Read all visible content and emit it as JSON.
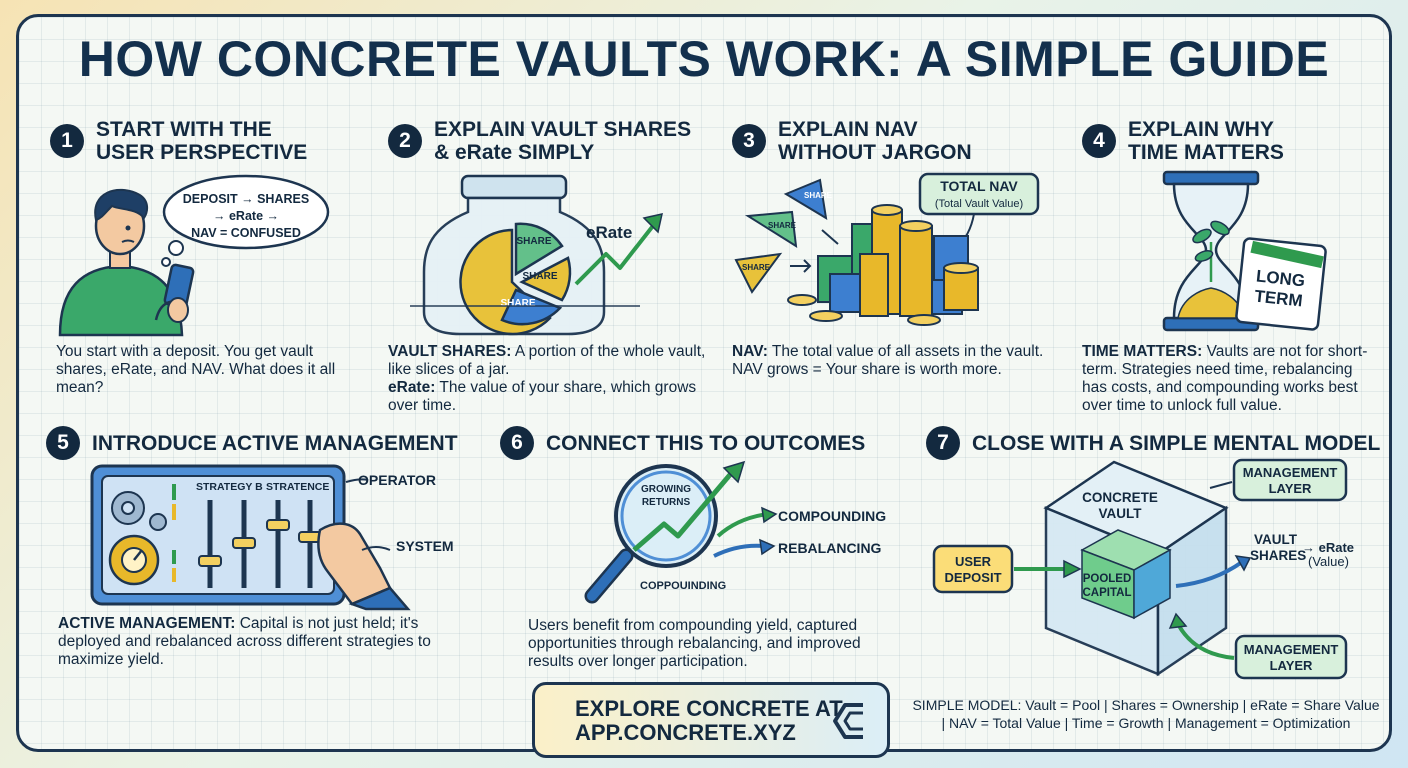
{
  "title": "HOW CONCRETE VAULTS WORK: A SIMPLE GUIDE",
  "sections": [
    {
      "number": "1",
      "title_line1": "START WITH THE",
      "title_line2": "USER PERSPECTIVE",
      "bubble_line1": "DEPOSIT → SHARES",
      "bubble_line2": "→ eRate →",
      "bubble_line3": "NAV = CONFUSED",
      "text": "You start with a deposit. You get vault shares, eRate, and NAV. What does it all mean?"
    },
    {
      "number": "2",
      "title_line1": "EXPLAIN VAULT SHARES",
      "title_line2": "& eRate SIMPLY",
      "share_label": "SHARE",
      "erate_label": "eRate",
      "term1": "VAULT SHARES:",
      "def1": " A portion of the whole vault, like slices of a jar.",
      "term2": "eRate:",
      "def2": " The value of your share, which grows over time."
    },
    {
      "number": "3",
      "title_line1": "EXPLAIN NAV",
      "title_line2": "WITHOUT JARGON",
      "nav_box_line1": "TOTAL NAV",
      "nav_box_line2": "(Total Vault Value)",
      "share_label": "SHARE",
      "term": "NAV:",
      "def": " The total value of all assets in the vault. NAV grows = Your share is worth more."
    },
    {
      "number": "4",
      "title_line1": "EXPLAIN WHY",
      "title_line2": "TIME MATTERS",
      "calendar_line1": "LONG",
      "calendar_line2": "TERM",
      "term": "TIME MATTERS:",
      "def": " Vaults are not for short-term. Strategies need time, rebalancing has costs, and compounding works best over time to unlock full value."
    },
    {
      "number": "5",
      "title": "INTRODUCE ACTIVE MANAGEMENT",
      "panel_label_a": "STRATEGY B",
      "panel_label_b": "STRATENCE",
      "operator_label": "OPERATOR",
      "system_label": "SYSTEM",
      "term": "ACTIVE MANAGEMENT:",
      "def": " Capital is not just held; it's deployed and rebalanced across different strategies to maximize yield."
    },
    {
      "number": "6",
      "title": "CONNECT THIS TO OUTCOMES",
      "lens_line1": "GROWING",
      "lens_line2": "RETURNS",
      "compounding_label": "COMPOUNDING",
      "rebalancing_label": "REBALANCING",
      "coppounding_label": "COPPOUINDING",
      "text": "Users benefit from compounding yield, captured opportunities through rebalancing, and improved results over longer participation."
    },
    {
      "number": "7",
      "title": "CLOSE WITH A SIMPLE MENTAL MODEL",
      "mgmt_top_line1": "MANAGEMENT",
      "mgmt_top_line2": "LAYER",
      "vault_line1": "CONCRETE",
      "vault_line2": "VAULT",
      "deposit_line1": "USER",
      "deposit_line2": "DEPOSIT",
      "pooled_line1": "POOLED",
      "pooled_line2": "CAPITAL",
      "shares_line1": "VAULT",
      "shares_line2": "SHARES",
      "erate_line1": "→ eRate",
      "erate_line2": "(Value)",
      "mgmt_bottom_line1": "MANAGEMENT",
      "mgmt_bottom_line2": "LAYER"
    }
  ],
  "cta": {
    "line1": "EXPLORE CONCRETE AT",
    "line2": "APP.CONCRETE.XYZ"
  },
  "simple_model": {
    "line1": "SIMPLE MODEL: Vault = Pool | Shares = Ownership | eRate = Share Value",
    "line2": "| NAV = Total Value | Time = Growth | Management = Optimization"
  },
  "colors": {
    "navy": "#13293f",
    "green": "#2f9a4e",
    "gold": "#e8b82a",
    "blue": "#2e6fb8"
  }
}
